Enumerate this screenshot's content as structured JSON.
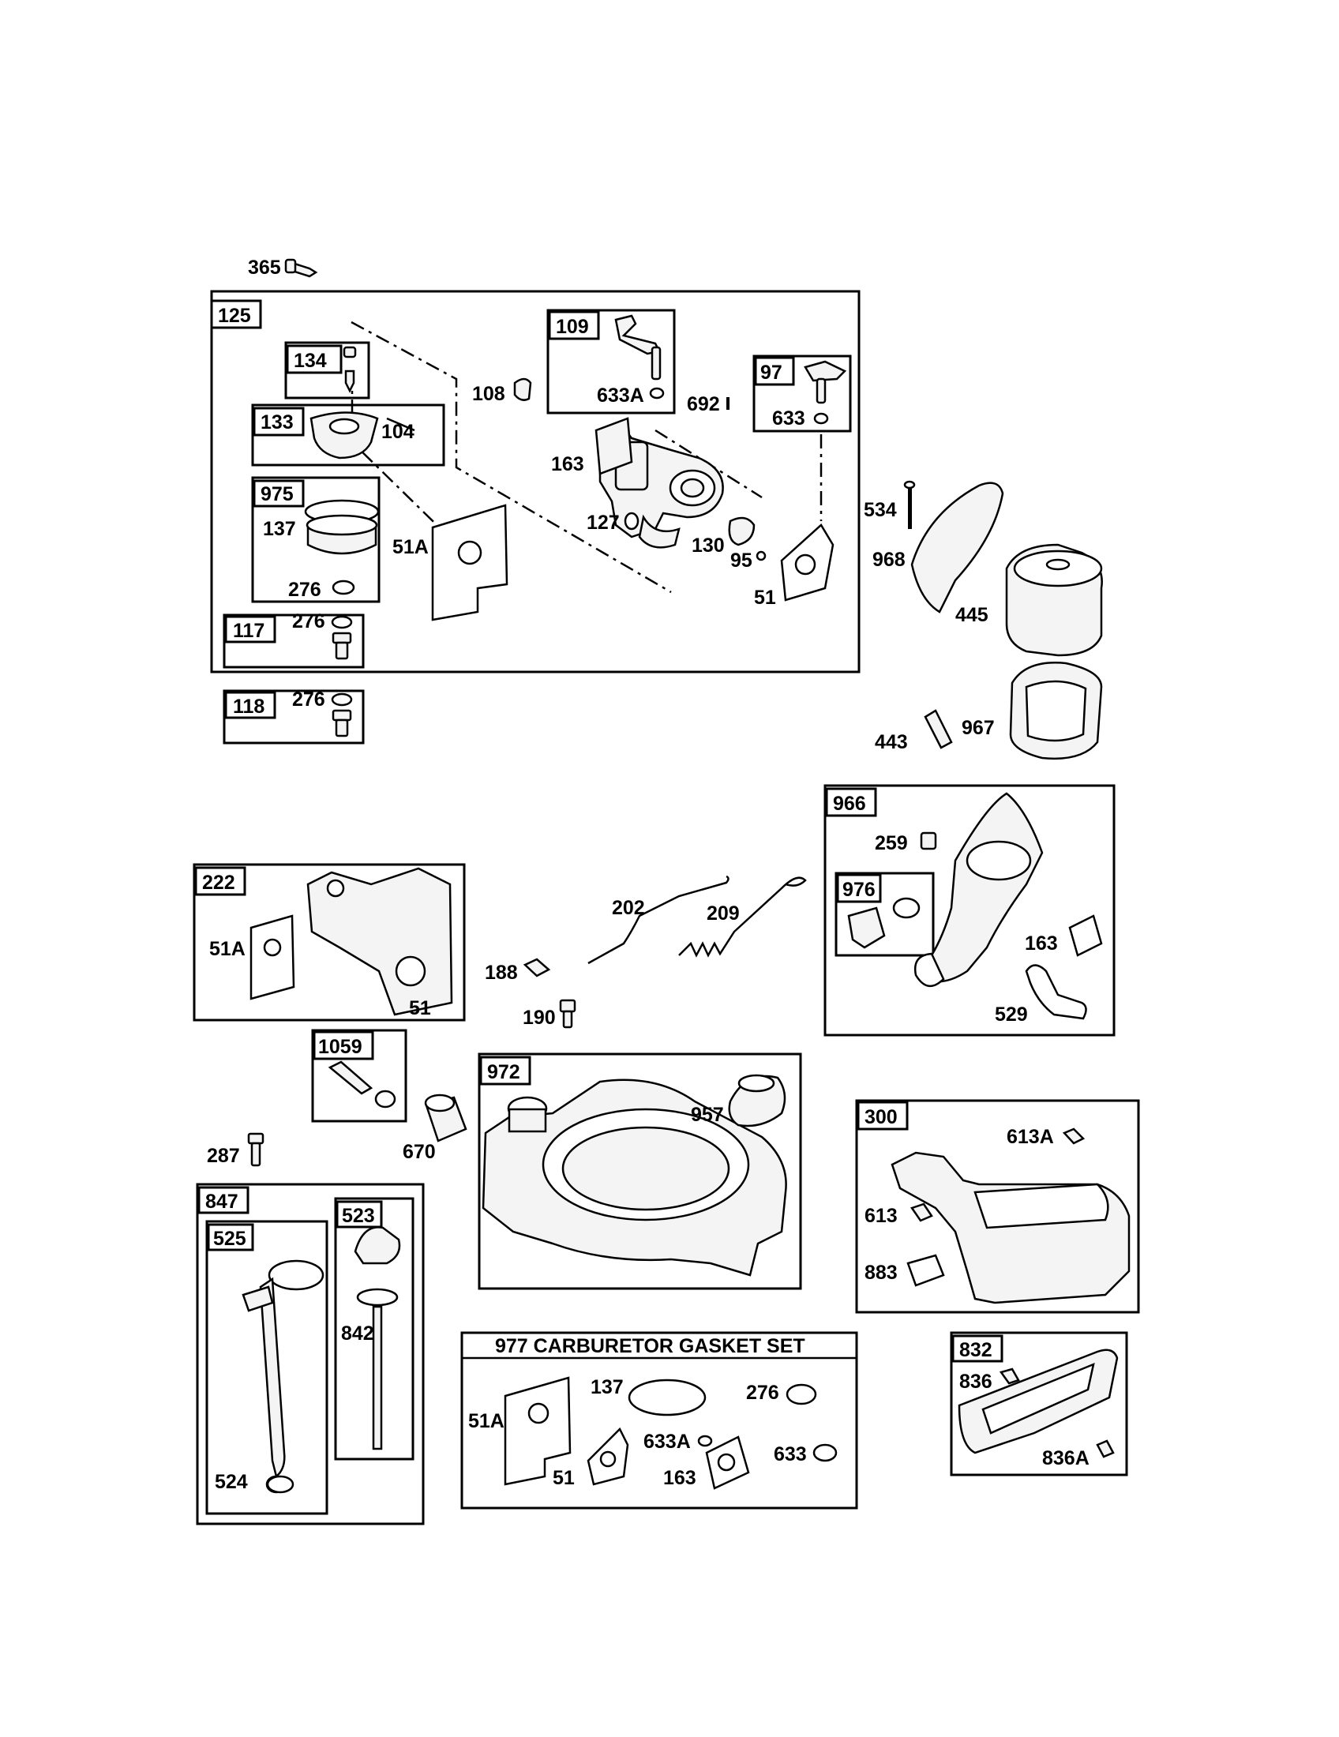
{
  "title": "977 CARBURETOR  GASKET SET",
  "labels": {
    "l365": "365",
    "l125": "125",
    "l134": "134",
    "l133": "133",
    "l104": "104",
    "l975": "975",
    "l137a": "137",
    "l276a": "276",
    "l117": "117",
    "l276b": "276",
    "l118": "118",
    "l276c": "276",
    "l109": "109",
    "l108": "108",
    "l633Aa": "633A",
    "l692": "692",
    "l97": "97",
    "l633a": "633",
    "l163a": "163",
    "l127": "127",
    "l130": "130",
    "l95": "95",
    "l51Aa": "51A",
    "l51a": "51",
    "l534": "534",
    "l968": "968",
    "l445": "445",
    "l443": "443",
    "l967": "967",
    "l966": "966",
    "l259": "259",
    "l976": "976",
    "l163b": "163",
    "l529": "529",
    "l222": "222",
    "l51Ab": "51A",
    "l51b": "51",
    "l202": "202",
    "l209": "209",
    "l188": "188",
    "l190": "190",
    "l1059": "1059",
    "l670": "670",
    "l287": "287",
    "l972": "972",
    "l957": "957",
    "l300": "300",
    "l613A": "613A",
    "l613": "613",
    "l883": "883",
    "l847": "847",
    "l525": "525",
    "l523": "523",
    "l842": "842",
    "l524": "524",
    "l137b": "137",
    "l276d": "276",
    "l51Ac": "51A",
    "l633Ab": "633A",
    "l51c": "51",
    "l163c": "163",
    "l633b": "633",
    "l832": "832",
    "l836": "836",
    "l836A": "836A"
  },
  "icons": [
    "screw-icon",
    "carburetor-icon",
    "gasket-icon",
    "spring-icon",
    "air-filter-icon",
    "fuel-tank-icon",
    "muffler-icon",
    "dipstick-icon",
    "o-ring-icon"
  ]
}
